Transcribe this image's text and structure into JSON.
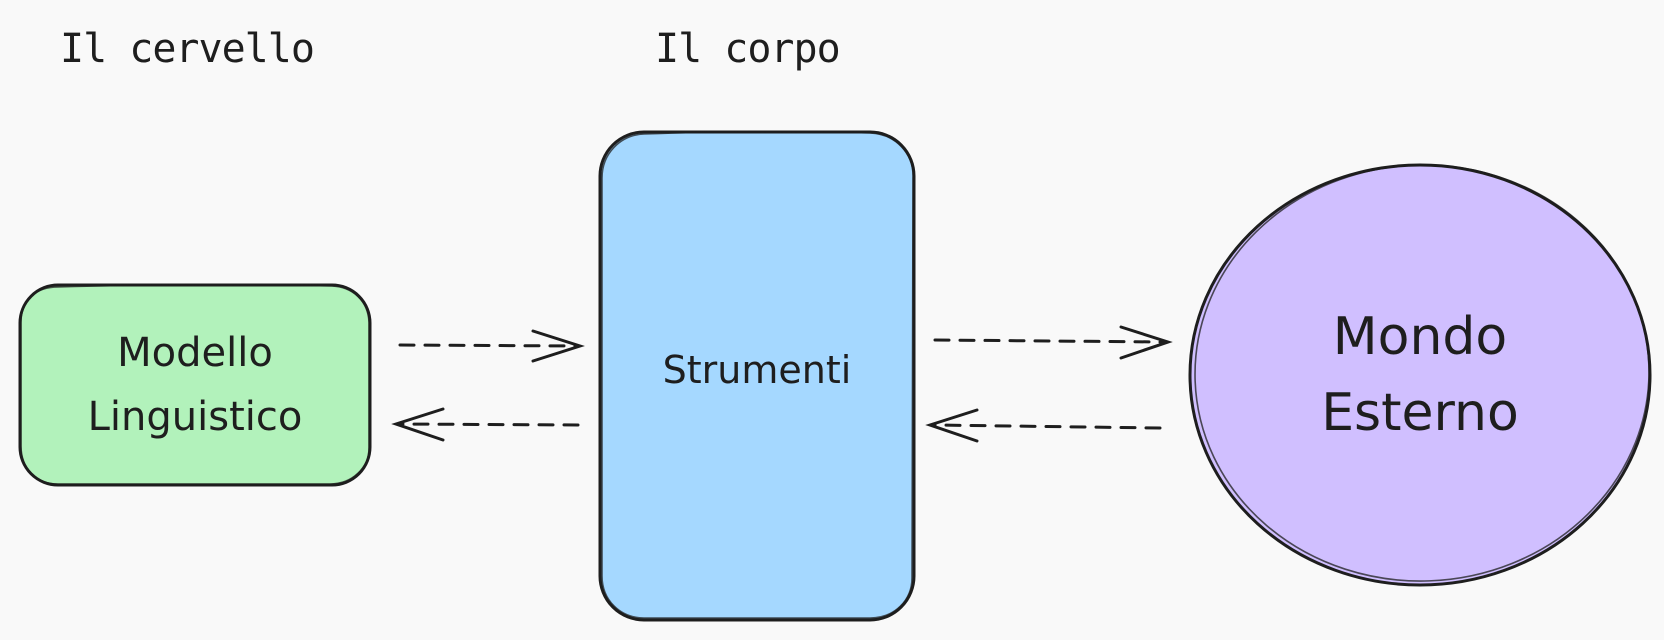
{
  "titles": {
    "brain": "Il cervello",
    "body": "Il corpo"
  },
  "nodes": {
    "model": {
      "line1": "Modello",
      "line2": "Linguistico",
      "fill": "#b2f2bb"
    },
    "tools": {
      "label": "Strumenti",
      "fill": "#a5d8ff"
    },
    "world": {
      "line1": "Mondo",
      "line2": "Esterno",
      "fill": "#d0bfff"
    }
  },
  "colors": {
    "stroke": "#1e1e1e",
    "background": "#f9f9f9"
  },
  "arrows": [
    {
      "from": "model",
      "to": "tools",
      "style": "dashed"
    },
    {
      "from": "tools",
      "to": "model",
      "style": "dashed"
    },
    {
      "from": "tools",
      "to": "world",
      "style": "dashed"
    },
    {
      "from": "world",
      "to": "tools",
      "style": "dashed"
    }
  ]
}
